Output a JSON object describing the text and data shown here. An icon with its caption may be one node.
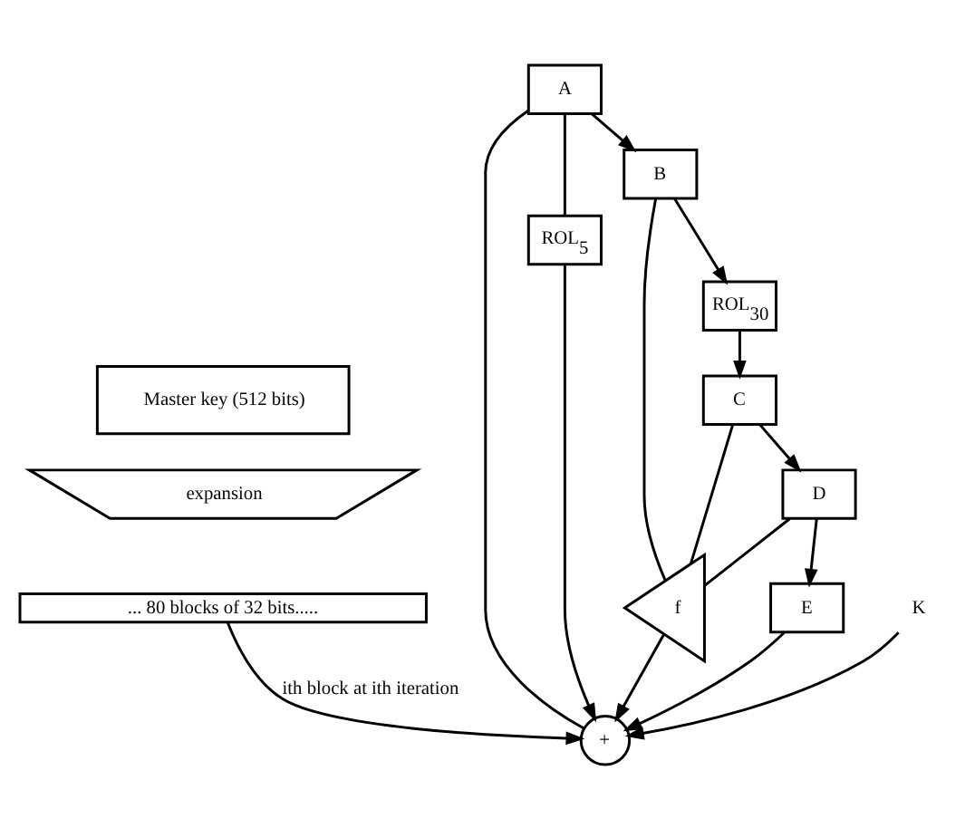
{
  "diagram": {
    "nodes": [
      {
        "text": [
          "Master key (512 bits)"
        ]
      },
      {
        "text": [
          "expansion"
        ]
      },
      {
        "text": [
          "... 80 blocks of 32 bits....."
        ]
      },
      {
        "text": [
          "A"
        ]
      },
      {
        "text": [
          "ROL$_{5}$"
        ]
      },
      {
        "text": [
          "+"
        ]
      },
      {
        "text": [
          "B"
        ]
      },
      {
        "text": [
          "ROL$_{30}$"
        ]
      },
      {
        "text": [
          "C"
        ]
      },
      {
        "text": [
          "f"
        ]
      },
      {
        "text": [
          "D"
        ]
      },
      {
        "text": [
          "E"
        ]
      },
      {
        "text": [
          "K"
        ]
      }
    ],
    "edges": [
      {
        "from": 2,
        "to": 5,
        "arrow": "to",
        "label": "ith block at ith iteration"
      },
      {
        "from": 3,
        "to": 5,
        "arrow": "none"
      },
      {
        "from": 3,
        "to": 4,
        "arrow": "none"
      },
      {
        "from": 4,
        "to": 5,
        "arrow": "to"
      },
      {
        "from": 3,
        "to": 6,
        "arrow": "to"
      },
      {
        "from": 6,
        "to": 7,
        "arrow": "to"
      },
      {
        "from": 7,
        "to": 8,
        "arrow": "to"
      },
      {
        "from": 6,
        "to": 9,
        "arrow": "none"
      },
      {
        "from": 8,
        "to": 9,
        "arrow": "none"
      },
      {
        "from": 10,
        "to": 9,
        "arrow": "none"
      },
      {
        "from": 9,
        "to": 5,
        "arrow": "to"
      },
      {
        "from": 8,
        "to": 10,
        "arrow": "to"
      },
      {
        "from": 10,
        "to": 11,
        "arrow": "to"
      },
      {
        "from": 12,
        "to": 5,
        "arrow": "to"
      },
      {
        "from": 11,
        "to": 5,
        "arrow": "to"
      }
    ]
  }
}
